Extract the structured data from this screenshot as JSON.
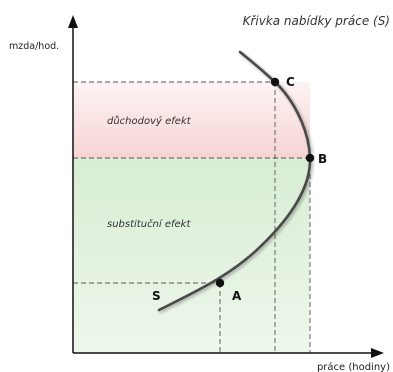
{
  "title": "Křivka nabídky práce (S)",
  "axes": {
    "y_label": "mzda/hod.",
    "x_label": "práce (hodiny)"
  },
  "regions": {
    "income_effect": "důchodový efekt",
    "substitution_effect": "substituční efekt"
  },
  "curve_label": "S",
  "points": {
    "a": "A",
    "b": "B",
    "c": "C"
  },
  "colors": {
    "income_region": "#f8dcdc",
    "substitution_region": "#ddefd9",
    "curve": "#4a4a4a",
    "axes": "#111111",
    "guides": "#555555"
  }
}
